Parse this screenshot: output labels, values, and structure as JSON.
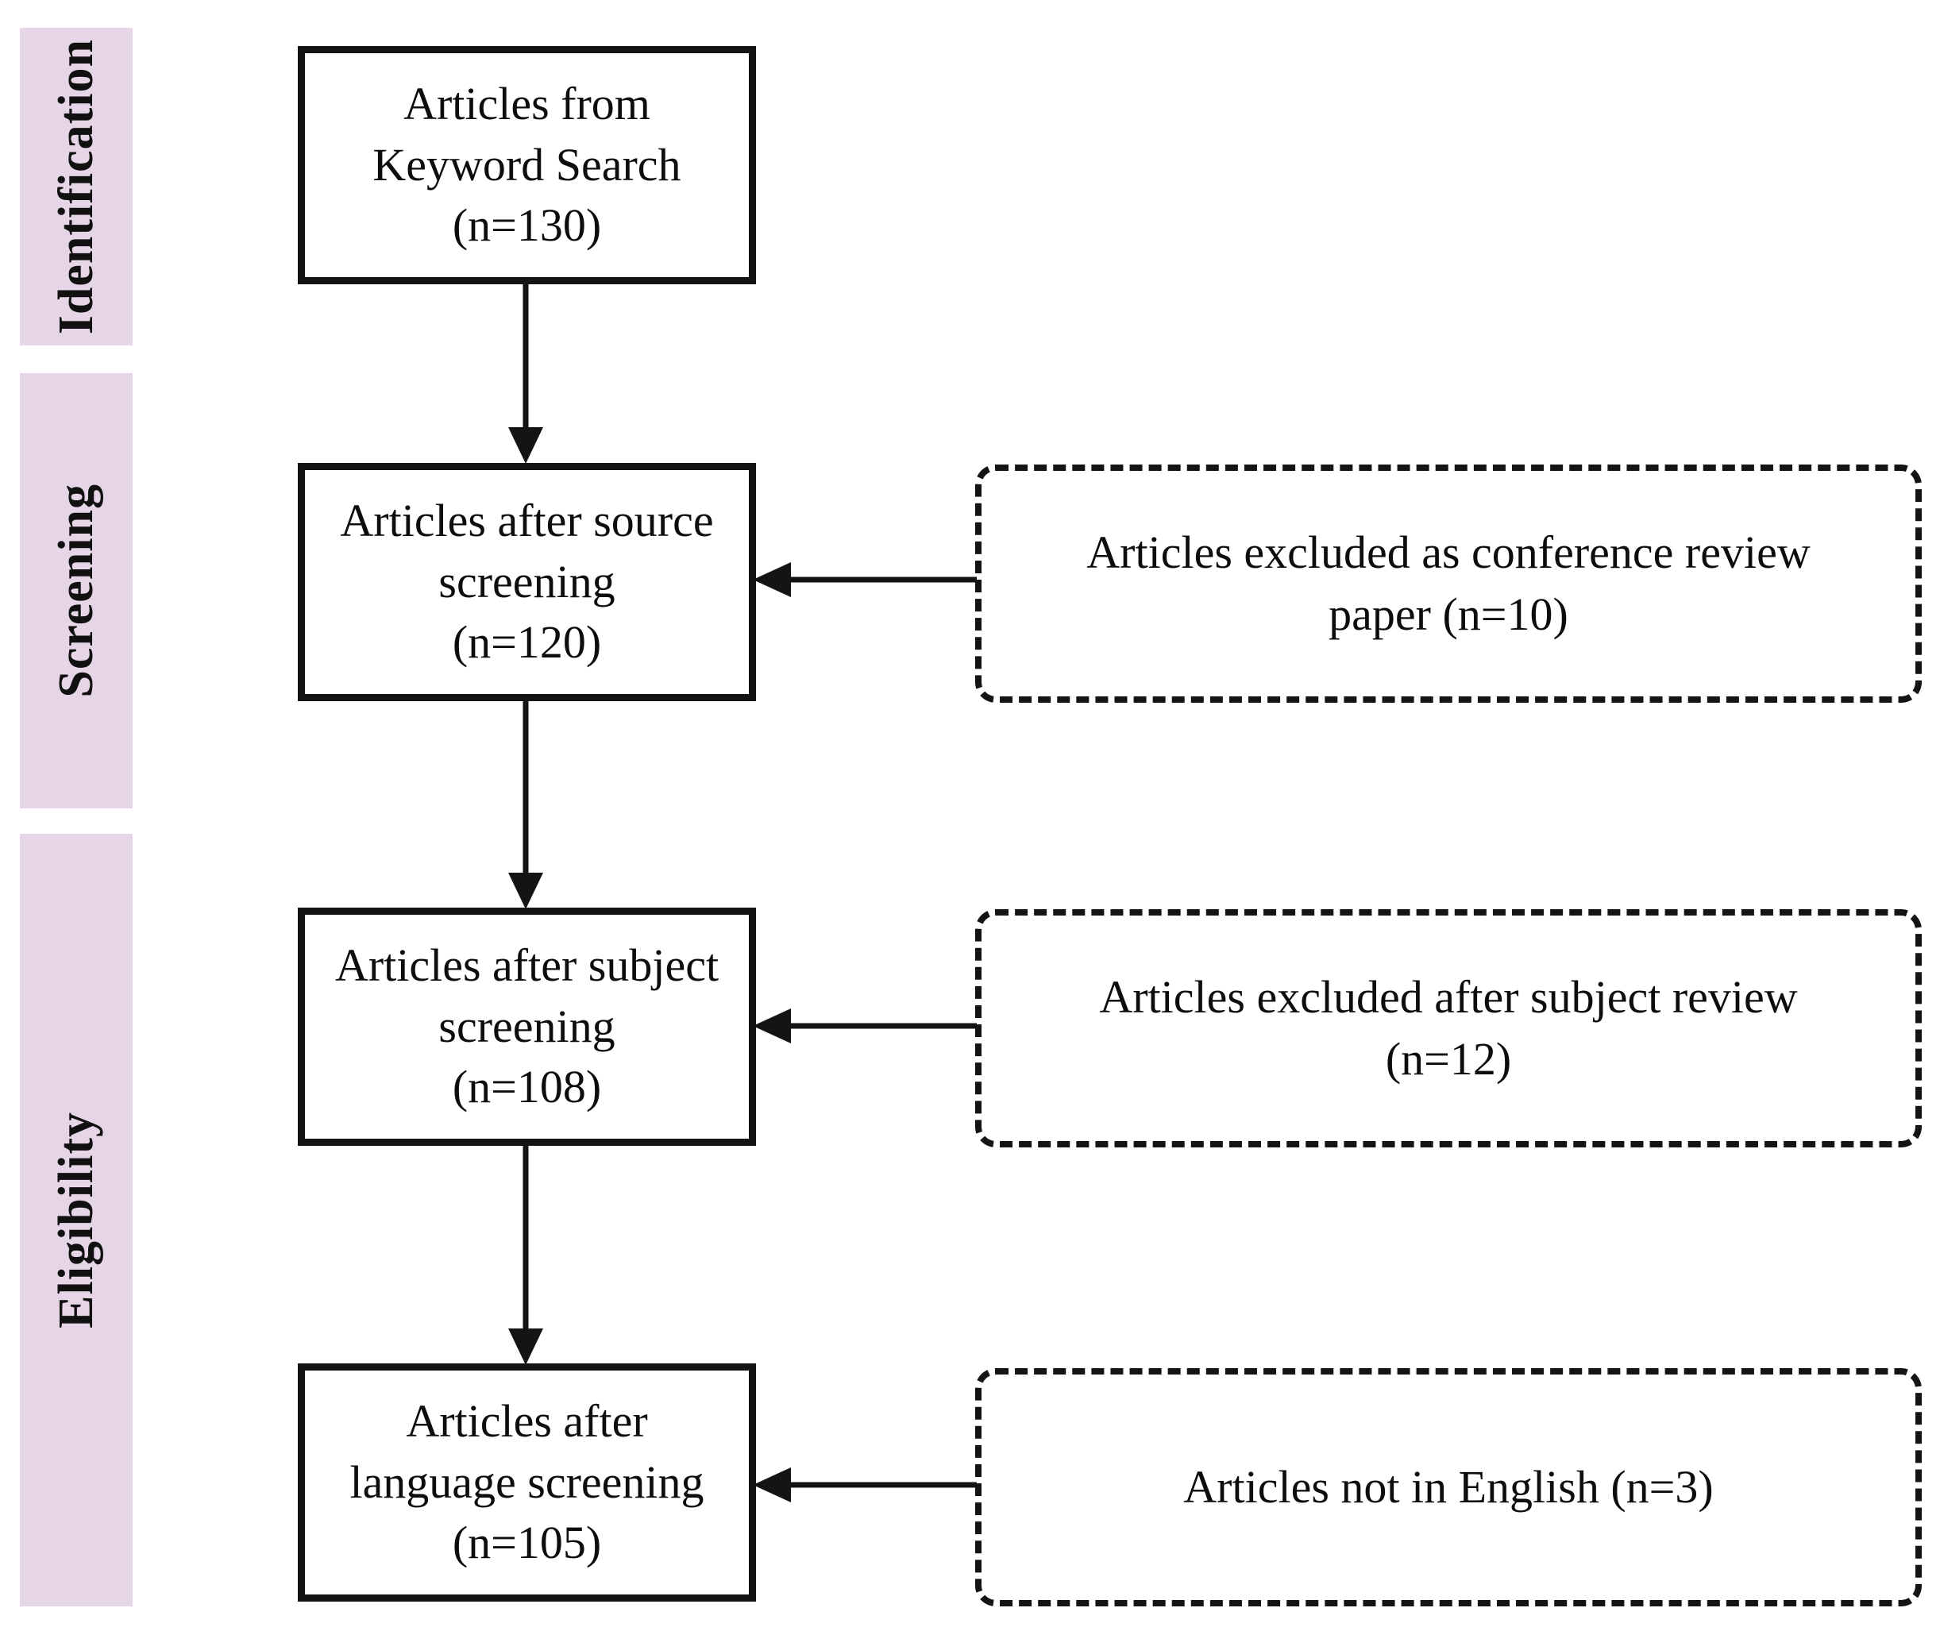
{
  "diagram": {
    "type": "prisma-flow-diagram",
    "title": "",
    "background_color": "#ffffff",
    "band_color": "#e5d5e7",
    "line_color": "#141414"
  },
  "stages": [
    {
      "id": "identification",
      "label": "Identification"
    },
    {
      "id": "screening",
      "label": "Screening"
    },
    {
      "id": "eligibility",
      "label": "Eligibility"
    }
  ],
  "flow_boxes": [
    {
      "id": "keyword-search",
      "text": "Articles from\nKeyword Search\n(n=130)",
      "count": 130,
      "stage": "identification"
    },
    {
      "id": "source-screening",
      "text": "Articles after source\nscreening\n(n=120)",
      "count": 120,
      "stage": "screening"
    },
    {
      "id": "subject-screening",
      "text": "Articles after subject\nscreening\n(n=108)",
      "count": 108,
      "stage": "eligibility"
    },
    {
      "id": "language-screening",
      "text": "Articles after\nlanguage screening\n(n=105)",
      "count": 105,
      "stage": "eligibility"
    }
  ],
  "exclusion_boxes": [
    {
      "id": "excluded-conference-review",
      "text": "Articles excluded as conference review\npaper (n=10)",
      "count": 10
    },
    {
      "id": "excluded-subject-review",
      "text": "Articles excluded after subject review\n(n=12)",
      "count": 12
    },
    {
      "id": "excluded-not-english",
      "text": "Articles not in English (n=3)",
      "count": 3
    }
  ],
  "connectors": [
    {
      "id": "keyword-to-source",
      "direction": "down"
    },
    {
      "id": "source-to-subject",
      "direction": "down"
    },
    {
      "id": "subject-to-language",
      "direction": "down"
    },
    {
      "id": "conference-review-to-source",
      "direction": "left"
    },
    {
      "id": "subject-review-to-subject",
      "direction": "left"
    },
    {
      "id": "not-english-to-language",
      "direction": "left"
    }
  ]
}
